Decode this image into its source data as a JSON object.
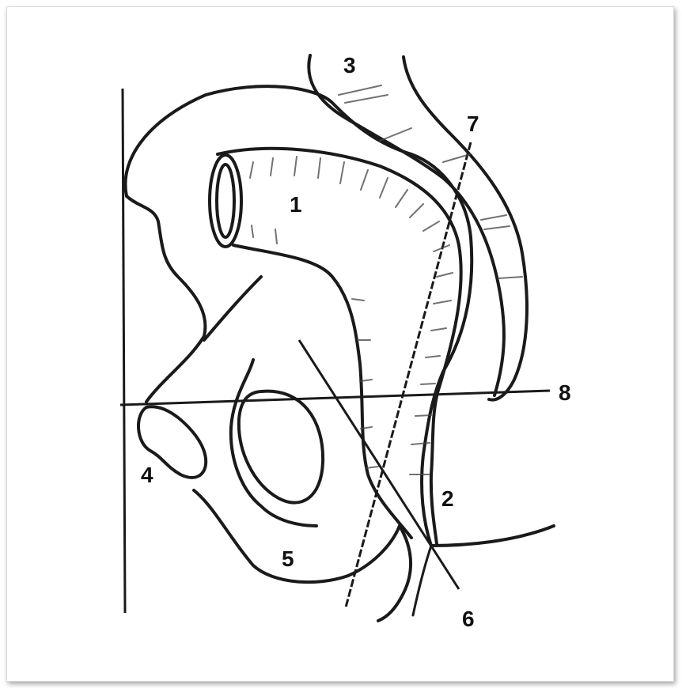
{
  "figure": {
    "labels": [
      {
        "id": "1",
        "text": "1"
      },
      {
        "id": "2",
        "text": "2"
      },
      {
        "id": "3",
        "text": "3"
      },
      {
        "id": "4",
        "text": "4"
      },
      {
        "id": "5",
        "text": "5"
      },
      {
        "id": "6",
        "text": "6"
      },
      {
        "id": "7",
        "text": "7"
      },
      {
        "id": "8",
        "text": "8"
      }
    ],
    "colors": {
      "ink": "#1a1a1a",
      "background": "#ffffff"
    }
  }
}
